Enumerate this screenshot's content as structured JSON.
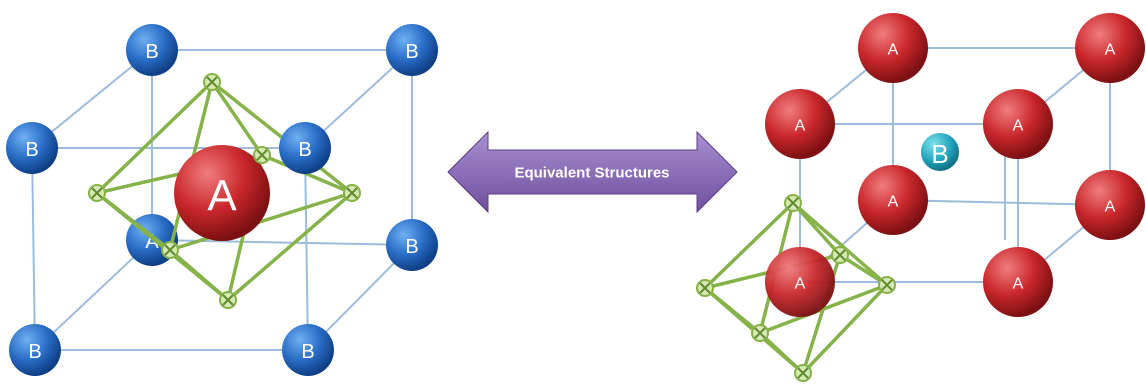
{
  "arrow": {
    "label": "Equivalent Structures",
    "color": "#8a6bb5"
  },
  "colors": {
    "b_atom": "#2a6ec7",
    "a_atom": "#c0282b",
    "edge": "#8fb4d6",
    "octahedron": "#8cb64a",
    "x_fill": "#cfe3a8"
  },
  "left_structure": {
    "corner_label": "B",
    "center_label": "A",
    "x_label": "X"
  },
  "right_structure": {
    "corner_label": "A",
    "center_label": "B",
    "x_label": "X"
  }
}
